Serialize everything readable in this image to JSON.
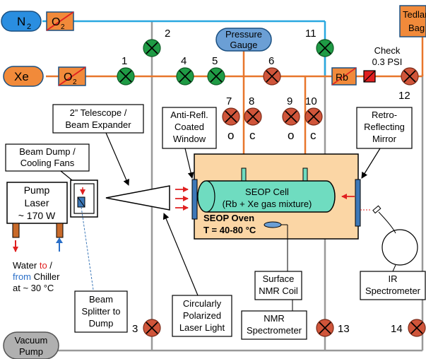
{
  "gases": {
    "n2": "N",
    "n2_sub": "2",
    "xe": "Xe",
    "o2": "O",
    "o2_sub": "2"
  },
  "tedlar_bag": [
    "Tedlar",
    "Bag"
  ],
  "pressure_gauge": [
    "Pressure",
    "Gauge"
  ],
  "vacuum_pump": [
    "Vacuum",
    "Pump"
  ],
  "check_valve": [
    "Check",
    "0.3 PSI"
  ],
  "rb": "Rb",
  "valves": {
    "v1": "1",
    "v2": "2",
    "v3": "3",
    "v4": "4",
    "v5": "5",
    "v6": "6",
    "v7": "7",
    "v8": "8",
    "v9": "9",
    "v10": "10",
    "v11": "11",
    "v12": "12",
    "v13": "13",
    "v14": "14",
    "o": "o",
    "c": "c"
  },
  "telescope": [
    "2” Telescope /",
    "Beam Expander"
  ],
  "beam_dump": [
    "Beam Dump /",
    "Cooling Fans"
  ],
  "pump_laser": [
    "Pump",
    "Laser",
    "~ 170 W"
  ],
  "chiller": {
    "water": "Water",
    "to": "to",
    "slash": "/",
    "from": "from",
    "chiller": "Chiller",
    "at": "at ~ 30 °C"
  },
  "beam_splitter": [
    "Beam",
    "Splitter to",
    "Dump"
  ],
  "circ_pol": [
    "Circularly",
    "Polarized",
    "Laser Light"
  ],
  "window": [
    "Anti-Refl.",
    "Coated",
    "Window"
  ],
  "retro": [
    "Retro-",
    "Reflecting",
    "Mirror"
  ],
  "seop_cell": [
    "SEOP Cell",
    "(Rb + Xe gas mixture)"
  ],
  "seop_oven": [
    "SEOP Oven",
    "T = 40-80 °C"
  ],
  "surface_coil": [
    "Surface",
    "NMR Coil"
  ],
  "nmr_spec": [
    "NMR",
    "Spectrometer"
  ],
  "ir_spec": [
    "IR",
    "Spectrometer"
  ],
  "colors": {
    "orange_line": "#e8762b",
    "blue_line": "#29a8e0",
    "gray_line": "#999999",
    "valve_open": "#1f9b45",
    "valve_closed": "#d0553a",
    "oven": "#fbd6a5",
    "cell": "#6fdcc0",
    "window_blue": "#3d78b8",
    "xe_fill": "#f18a3a",
    "n2_fill": "#2a8ee0",
    "gauge_fill": "#6b9fd5",
    "vac_fill": "#b0b0b0",
    "arrow_red": "#e02020"
  }
}
